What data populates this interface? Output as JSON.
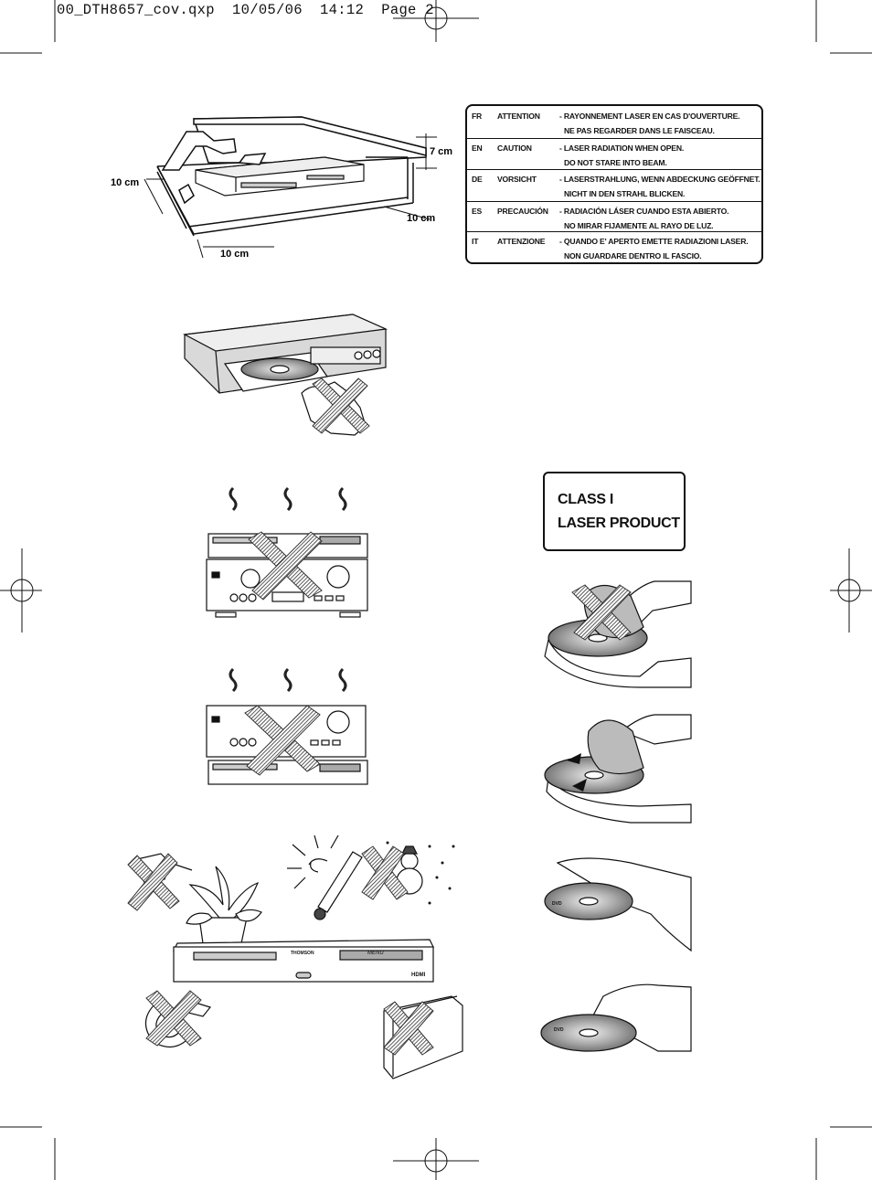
{
  "header": {
    "file_label": "00_DTH8657_cov.qxp  10/05/06  14:12  Page 2"
  },
  "ventilation": {
    "clearance_top": "7 cm",
    "clearance_left": "10 cm",
    "clearance_front": "10 cm",
    "clearance_right": "10 cm"
  },
  "laser_warnings": [
    {
      "lang": "FR",
      "word": "ATTENTION",
      "line1": "- RAYONNEMENT LASER EN CAS D'OUVERTURE.",
      "line2": "NE PAS REGARDER DANS LE FAISCEAU."
    },
    {
      "lang": "EN",
      "word": "CAUTION",
      "line1": "- LASER RADIATION WHEN OPEN.",
      "line2": "DO NOT STARE INTO BEAM."
    },
    {
      "lang": "DE",
      "word": "VORSICHT",
      "line1": "- LASERSTRAHLUNG, WENN ABDECKUNG GEÖFFNET.",
      "line2": "NICHT IN DEN STRAHL BLICKEN."
    },
    {
      "lang": "ES",
      "word": "PRECAUCIÓN",
      "line1": "- RADIACIÓN LÁSER CUANDO ESTA ABIERTO.",
      "line2": "NO MIRAR FIJAMENTE AL RAYO DE LUZ."
    },
    {
      "lang": "IT",
      "word": "ATTENZIONE",
      "line1": "- QUANDO E' APERTO EMETTE RADIAZIONI LASER.",
      "line2": "NON GUARDARE DENTRO IL FASCIO."
    }
  ],
  "laser_class": {
    "line1": "CLASS I",
    "line2": "LASER PRODUCT"
  },
  "device_labels": {
    "brand": "THOMSON",
    "menu": "MENU",
    "hdmi": "HDMI",
    "dvd": "DVD"
  },
  "icons": [
    "registration-mark-icon",
    "crossed-out-icon",
    "heat-wave-icon",
    "sun-icon",
    "thermometer-icon",
    "snowman-icon",
    "plant-icon",
    "magnet-icon",
    "heater-icon",
    "disc-icon",
    "hand-icon",
    "cloth-icon"
  ]
}
